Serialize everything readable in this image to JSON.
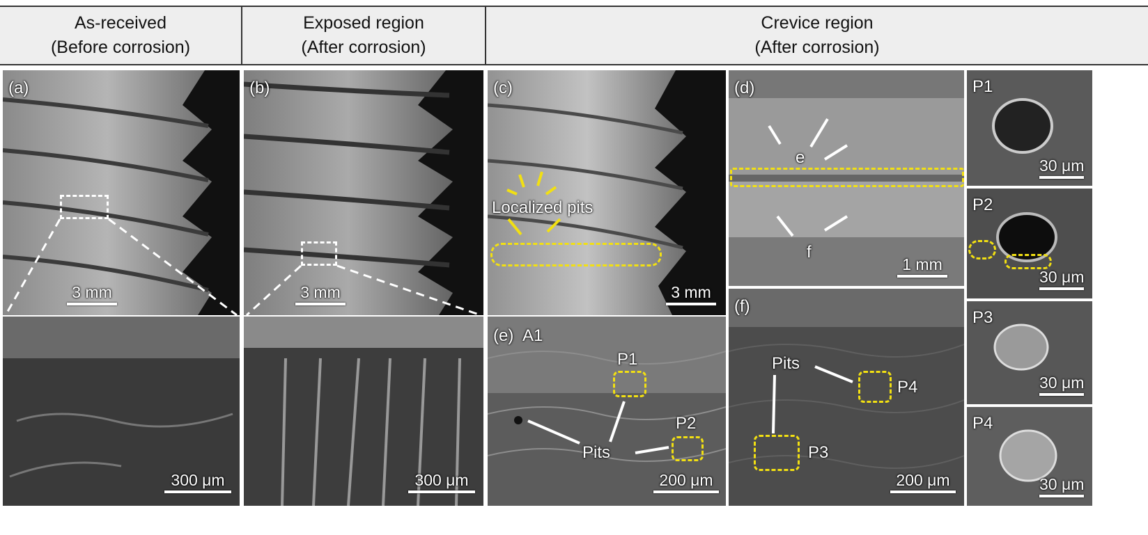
{
  "headers": [
    {
      "line1": "As-received",
      "line2": "(Before corrosion)"
    },
    {
      "line1": "Exposed region",
      "line2": "(After corrosion)"
    },
    {
      "line1": "Crevice region",
      "line2": "(After corrosion)"
    }
  ],
  "panels": {
    "a": {
      "label": "(a)",
      "scale": "3 mm",
      "zoom_scale": "300 μm"
    },
    "b": {
      "label": "(b)",
      "scale": "3 mm",
      "zoom_scale": "300 μm"
    },
    "c": {
      "label": "(c)",
      "scale": "3 mm",
      "annotation": "Localized pits"
    },
    "d": {
      "label": "(d)",
      "scale": "1 mm",
      "mark_e": "e",
      "mark_f": "f"
    },
    "e": {
      "label": "(e)",
      "area": "A1",
      "scale": "200 μm",
      "pit1": "P1",
      "pit2": "P2",
      "pits": "Pits"
    },
    "f": {
      "label": "(f)",
      "scale": "200 μm",
      "pit3": "P3",
      "pit4": "P4",
      "pits": "Pits"
    },
    "p1": {
      "label": "P1",
      "scale": "30 μm"
    },
    "p2": {
      "label": "P2",
      "scale": "30 μm"
    },
    "p3": {
      "label": "P3",
      "scale": "30 μm"
    },
    "p4": {
      "label": "P4",
      "scale": "30 μm"
    }
  },
  "colors": {
    "highlight": "#f2e012",
    "arrow": "#ffffff"
  }
}
